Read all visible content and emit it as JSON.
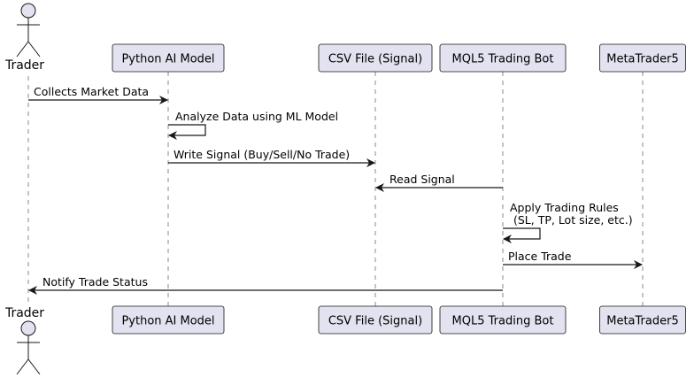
{
  "actor": {
    "name": "Trader"
  },
  "participants": [
    {
      "name": "Python AI Model"
    },
    {
      "name": "CSV File (Signal)"
    },
    {
      "name": "MQL5 Trading Bot"
    },
    {
      "name": "MetaTrader5"
    }
  ],
  "messages": [
    {
      "from": "Trader",
      "to": "Python AI Model",
      "lines": [
        "Collects Market Data"
      ]
    },
    {
      "from": "Python AI Model",
      "to": "Python AI Model",
      "lines": [
        "Analyze Data using ML Model"
      ]
    },
    {
      "from": "Python AI Model",
      "to": "CSV File (Signal)",
      "lines": [
        "Write Signal (Buy/Sell/No Trade)"
      ]
    },
    {
      "from": "MQL5 Trading Bot",
      "to": "CSV File (Signal)",
      "lines": [
        "Read Signal"
      ]
    },
    {
      "from": "MQL5 Trading Bot",
      "to": "MQL5 Trading Bot",
      "lines": [
        "Apply Trading Rules",
        " (SL, TP, Lot size, etc.)"
      ]
    },
    {
      "from": "MQL5 Trading Bot",
      "to": "MetaTrader5",
      "lines": [
        "Place Trade"
      ]
    },
    {
      "from": "MQL5 Trading Bot",
      "to": "Trader",
      "lines": [
        "Notify Trade Status"
      ]
    }
  ],
  "colors": {
    "participant_fill": "#E2E2F0",
    "border": "#181818",
    "lifeline": "#888888"
  }
}
